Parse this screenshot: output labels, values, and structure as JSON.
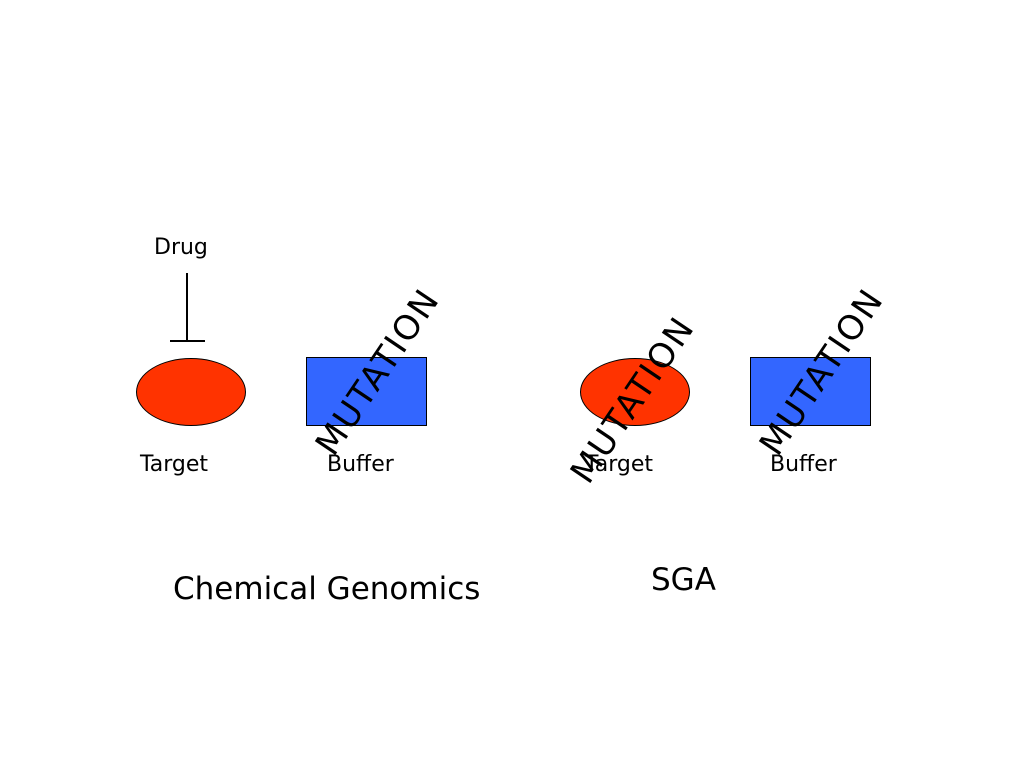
{
  "colors": {
    "target": "#FF3300",
    "buffer": "#3366FF",
    "text": "#000000"
  },
  "left_panel": {
    "drug_label": "Drug",
    "target_label": "Target",
    "buffer_label": "Buffer",
    "mutation_label": "MUTATION",
    "caption": "Chemical Genomics"
  },
  "right_panel": {
    "target_label": "Target",
    "buffer_label": "Buffer",
    "target_mutation_label": "MUTATION",
    "buffer_mutation_label": "MUTATION",
    "caption": "SGA"
  }
}
